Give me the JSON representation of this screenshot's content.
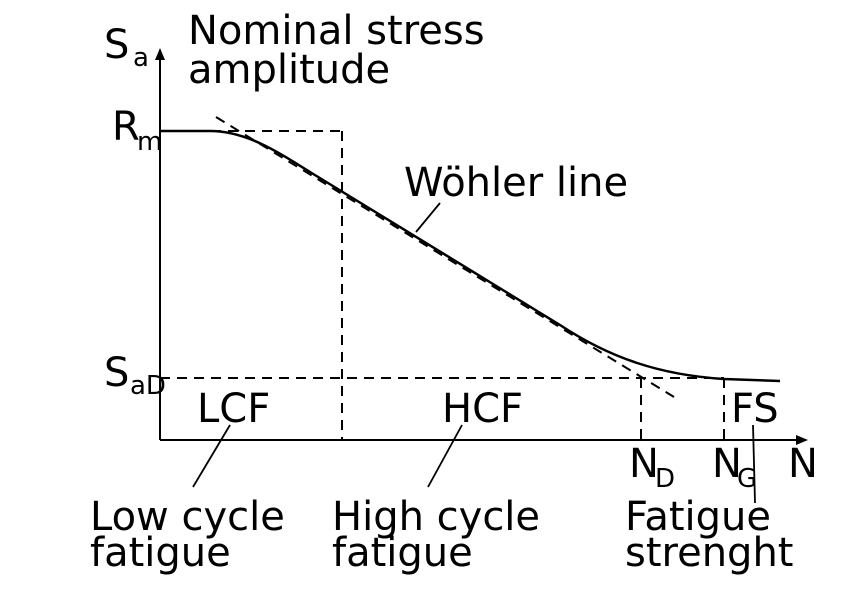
{
  "y_axis": {
    "symbol": "S",
    "symbol_sub": "a",
    "title_line1": "Nominal stress",
    "title_line2": "amplitude"
  },
  "x_axis": {
    "symbol": "N"
  },
  "levels": {
    "rm": "R",
    "rm_sub": "m",
    "sad": "S",
    "sad_sub": "aD"
  },
  "curve_label": "Wöhler line",
  "regions": {
    "lcf": "LCF",
    "hcf": "HCF",
    "fs": "FS"
  },
  "cycle_marks": {
    "nd": "N",
    "nd_sub": "D",
    "ng": "N",
    "ng_sub": "G"
  },
  "descriptions": {
    "low_cycle_line1": "Low cycle",
    "low_cycle_line2": "fatigue",
    "high_cycle_line1": "High cycle",
    "high_cycle_line2": "fatigue",
    "fatigue_strength_line1": "Fatigue",
    "fatigue_strength_line2": "strenght"
  },
  "colors": {
    "ink": "#000000",
    "background": "#ffffff"
  }
}
